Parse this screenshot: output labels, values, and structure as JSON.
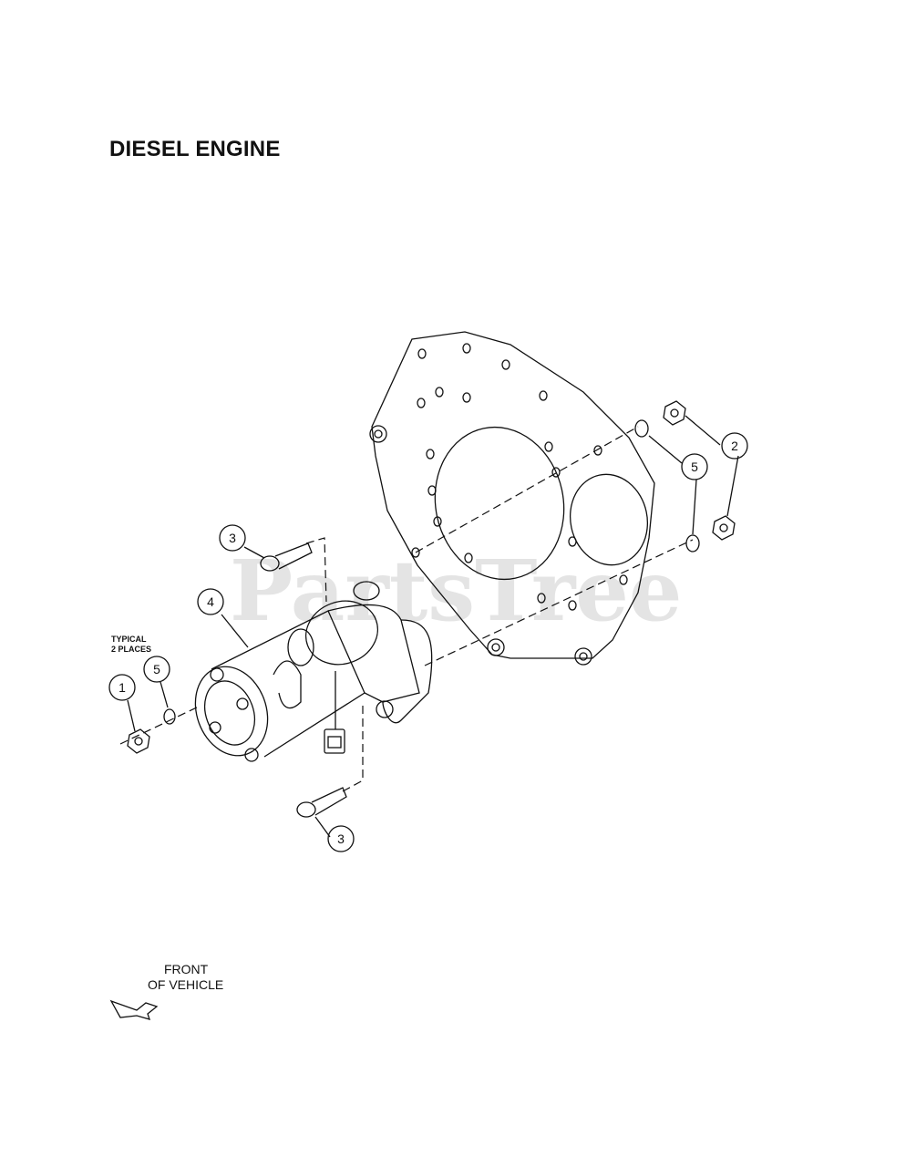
{
  "title": "DIESEL ENGINE",
  "watermark": "PartsTree",
  "note": {
    "line1": "TYPICAL",
    "line2": "2 PLACES"
  },
  "front": {
    "line1": "FRONT",
    "line2": "OF VEHICLE"
  },
  "callouts": {
    "c1": "1",
    "c2": "2",
    "c3_top": "3",
    "c3_bottom": "3",
    "c4": "4",
    "c5_left": "5",
    "c5_right": "5"
  }
}
